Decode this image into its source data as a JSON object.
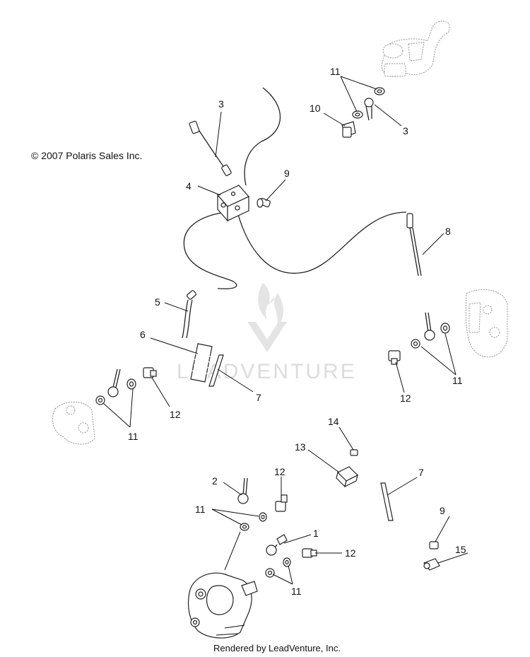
{
  "copyright": "© 2007 Polaris Sales Inc.",
  "footer": "Rendered by LeadVenture, Inc.",
  "watermark": "LEADVENTURE",
  "callouts": {
    "c1": "1",
    "c2": "2",
    "c3a": "3",
    "c3b": "3",
    "c4": "4",
    "c5": "5",
    "c6": "6",
    "c7a": "7",
    "c7b": "7",
    "c8": "8",
    "c9a": "9",
    "c9b": "9",
    "c10": "10",
    "c11a": "11",
    "c11b": "11",
    "c11c": "11",
    "c11d": "11",
    "c11e": "11",
    "c12a": "12",
    "c12b": "12",
    "c12c": "12",
    "c12d": "12",
    "c13": "13",
    "c14": "14",
    "c15": "15"
  }
}
